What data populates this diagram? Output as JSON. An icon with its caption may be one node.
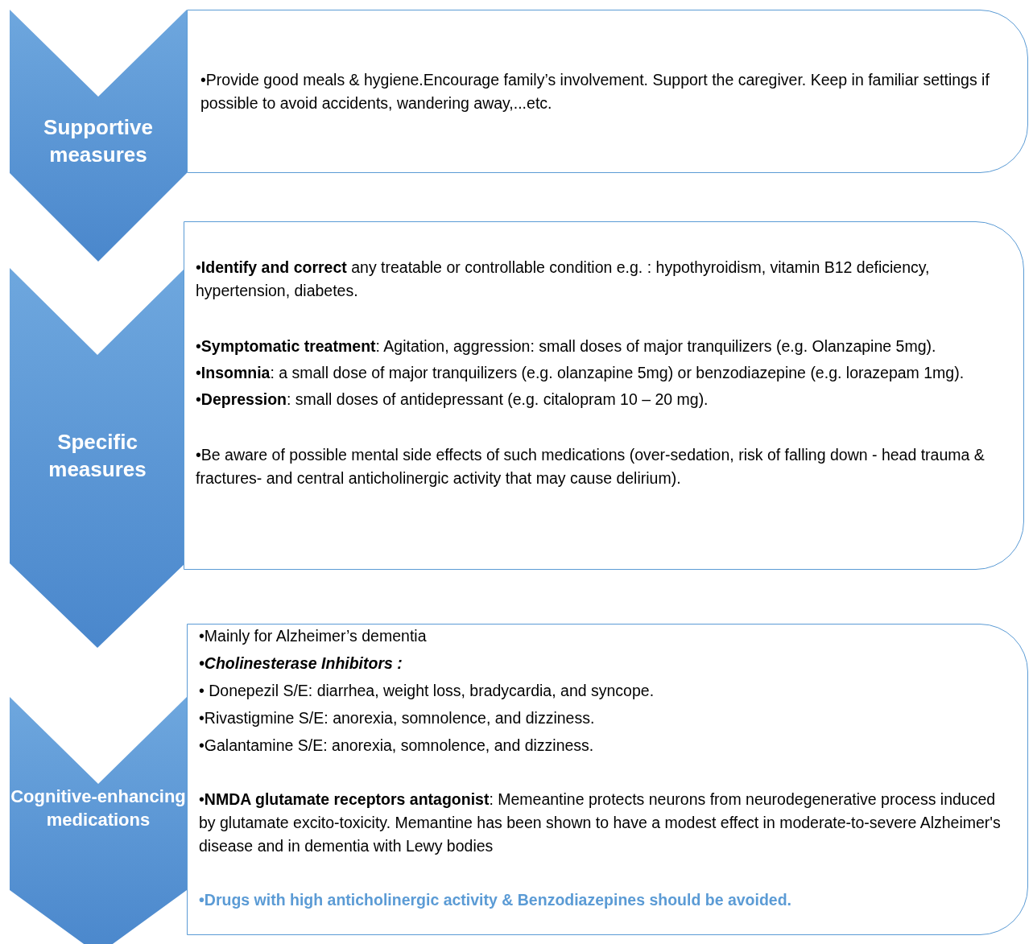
{
  "diagram": {
    "nodes": [
      {
        "text": [
          "Supportive measures"
        ]
      },
      {
        "text": [
          "•Provide good meals & hygiene.Encourage family’s involvement. Support the caregiver. Keep in familiar settings if possible to avoid accidents, wandering away,...etc."
        ]
      },
      {
        "text": [
          "Specific measures"
        ]
      },
      {
        "text": [
          "•**Identify and correct** any treatable or controllable condition e.g. : hypothyroidism, vitamin B12 deficiency, hypertension, diabetes.",
          "•**Symptomatic treatment**: Agitation, aggression: small doses of major tranquilizers (e.g. Olanzapine 5mg).",
          "•**Insomnia**: a small dose of major tranquilizers (e.g. olanzapine 5mg) or benzodiazepine (e.g. lorazepam 1mg).",
          "•**Depression**: small doses of antidepressant (e.g. citalopram 10 – 20 mg).",
          "•Be aware of possible mental side effects of such medications (over-sedation, risk of falling down - head trauma & fractures- and central anticholinergic activity that may cause delirium)."
        ]
      },
      {
        "text": [
          "Cognitive-enhancing medications"
        ]
      },
      {
        "text": [
          "•Mainly for Alzheimer’s dementia",
          "•Cholinesterase Inhibitors :",
          "• Donepezil S/E: diarrhea, weight loss, bradycardia, and syncope.",
          "•Rivastigmine S/E: anorexia, somnolence, and dizziness.",
          "•Galantamine S/E: anorexia, somnolence, and dizziness.",
          "•**NMDA glutamate receptors antagonist**:  Memeantine protects neurons from neurodegenerative process induced by glutamate excito-toxicity. Memantine has been shown to have a modest effect in moderate-to-severe Alzheimer's disease and in dementia with Lewy bodies",
          "•Drugs with high anticholinergic activity & Benzodiazepines should be avoided."
        ]
      }
    ]
  }
}
